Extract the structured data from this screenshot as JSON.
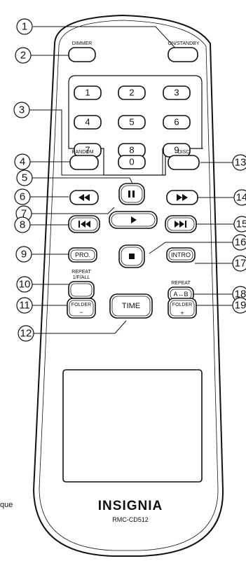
{
  "labels": {
    "dimmer": "DIMMER",
    "on_standby": "ON/STANDBY",
    "random": "RANDOM",
    "disc": "DISC",
    "repeat_1f_all_line1": "REPEAT",
    "repeat_1f_all_line2": "1/F/ALL",
    "repeat_ab": "REPEAT"
  },
  "keypad": [
    "1",
    "2",
    "3",
    "4",
    "5",
    "6",
    "7",
    "8",
    "9",
    "0"
  ],
  "buttons": {
    "pro": "PRO.",
    "intro": "INTRO",
    "ab": "A↔B",
    "folder_minus_line1": "FOLDER",
    "folder_minus_line2": "−",
    "folder_plus_line1": "FOLDER",
    "folder_plus_line2": "+",
    "time": "TIME"
  },
  "brand": {
    "logo": "INSIGNIA",
    "model": "RMC-CD512"
  },
  "callouts": [
    "1",
    "2",
    "3",
    "4",
    "5",
    "6",
    "7",
    "8",
    "9",
    "10",
    "11",
    "12",
    "13",
    "14",
    "15",
    "16",
    "17",
    "18",
    "19"
  ],
  "stray_text": "que"
}
